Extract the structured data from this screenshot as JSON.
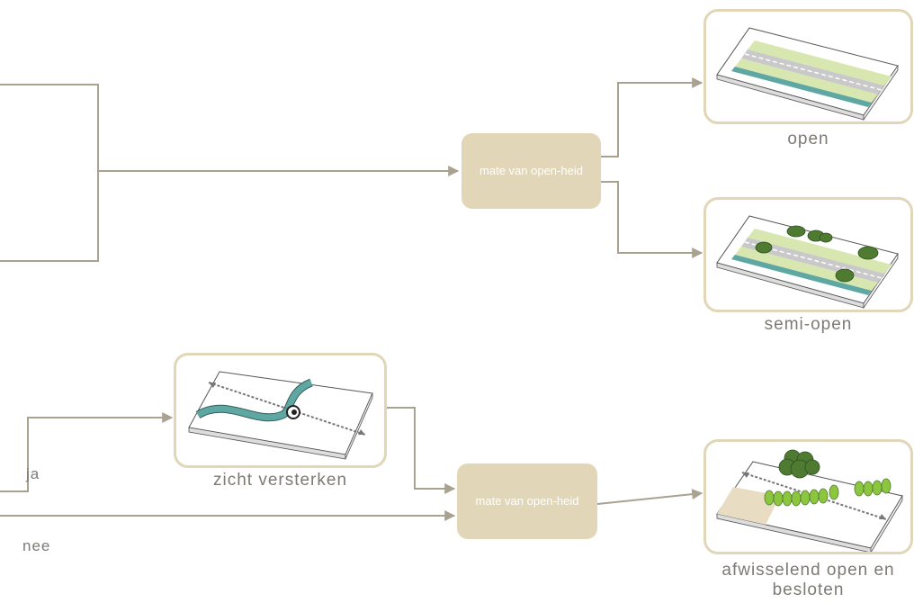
{
  "colors": {
    "connector": "#a9a291",
    "node_fill": "#e2d6b8",
    "node_text": "#ffffff",
    "card_border": "#e2d6b8",
    "caption_text": "#7d7a74",
    "water": "#5fa7a3",
    "grass": "#d8e6b0",
    "road": "#c9c9c9",
    "tree_dark": "#4f7a32",
    "tree_light": "#8cc63f"
  },
  "decisions": {
    "top": {
      "label": "mate van open-heid"
    },
    "bottom": {
      "label": "mate van open-heid"
    }
  },
  "branches": {
    "ja": "ja",
    "nee": "nee"
  },
  "outcomes": {
    "open": {
      "caption": "open",
      "illustration": "open-road-landscape-icon"
    },
    "semi_open": {
      "caption": "semi-open",
      "illustration": "semi-open-road-landscape-icon"
    },
    "zicht": {
      "caption": "zicht versterken",
      "illustration": "sightline-river-icon"
    },
    "afwisselend": {
      "caption": "afwisselend open en besloten",
      "illustration": "alternating-tree-landscape-icon"
    }
  }
}
